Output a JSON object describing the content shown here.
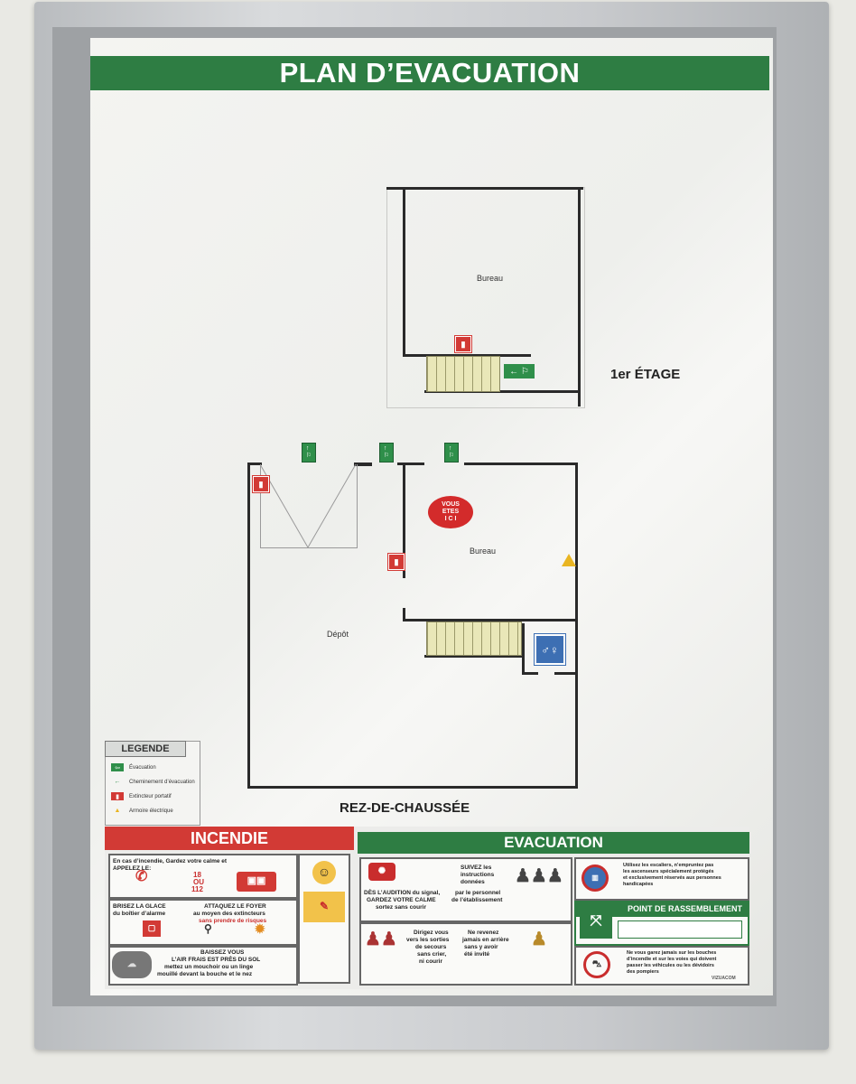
{
  "title": "PLAN D’EVACUATION",
  "floors": {
    "upper": {
      "label": "1er ÉTAGE",
      "room": "Bureau"
    },
    "ground": {
      "label": "REZ-DE-CHAUSSÉE",
      "rooms": [
        "Bureau",
        "Dépôt"
      ],
      "you_are_here": [
        "VOUS",
        "ETES",
        "I C I"
      ]
    }
  },
  "legend": {
    "title": "LEGENDE",
    "items": [
      "Évacuation",
      "Cheminement d’évacuation",
      "Extincteur portatif",
      "Armoire électrique"
    ]
  },
  "incendie": {
    "header": "INCENDIE",
    "call": {
      "text": [
        "En cas d’incendie, Gardez votre calme et",
        "APPELEZ LE:"
      ],
      "numbers": [
        "18",
        "OU",
        "112"
      ]
    },
    "alarm": [
      "BRISEZ LA GLACE",
      "du boîtier d’alarme"
    ],
    "attack": [
      "ATTAQUEZ LE FOYER",
      "au moyen des extincteurs",
      "sans prendre de risques"
    ],
    "smoke": [
      "BAISSEZ VOUS",
      "L’AIR FRAIS EST PRÈS DU SOL",
      "mettez un mouchoir ou un linge",
      "mouillé devant la bouche et le nez"
    ]
  },
  "evacuation": {
    "header": "EVACUATION",
    "panel1": {
      "left": [
        "DÈS L’AUDITION du signal,",
        "GARDEZ VOTRE CALME",
        "sortez sans courir"
      ],
      "right": [
        "SUIVEZ les",
        "instructions",
        "données",
        "par le personnel",
        "de l’établissement"
      ]
    },
    "panel2": {
      "left": [
        "Dirigez vous",
        "vers les sorties",
        "de secours",
        "sans crier,",
        "ni courir"
      ],
      "right": [
        "Ne revenez",
        "jamais en arrière",
        "sans y avoir",
        "été invité"
      ]
    },
    "lift_notice": [
      "Utilisez les escaliers, n’empruntez pas",
      "les ascenseurs spécialement protégés",
      "et exclusivement réservés aux personnes",
      "handicapées"
    ],
    "assembly": "POINT DE RASSEMBLEMENT",
    "parking_notice": [
      "Ne vous garez jamais sur les bouches",
      "d’incendie et sur les voies qui doivent",
      "passer les véhicules ou les dévidoirs",
      "des pompiers"
    ],
    "brand": "VIZUACOM"
  },
  "colors": {
    "green": "#2e7d43",
    "red": "#d23a35",
    "frame": "#c8cacd"
  }
}
